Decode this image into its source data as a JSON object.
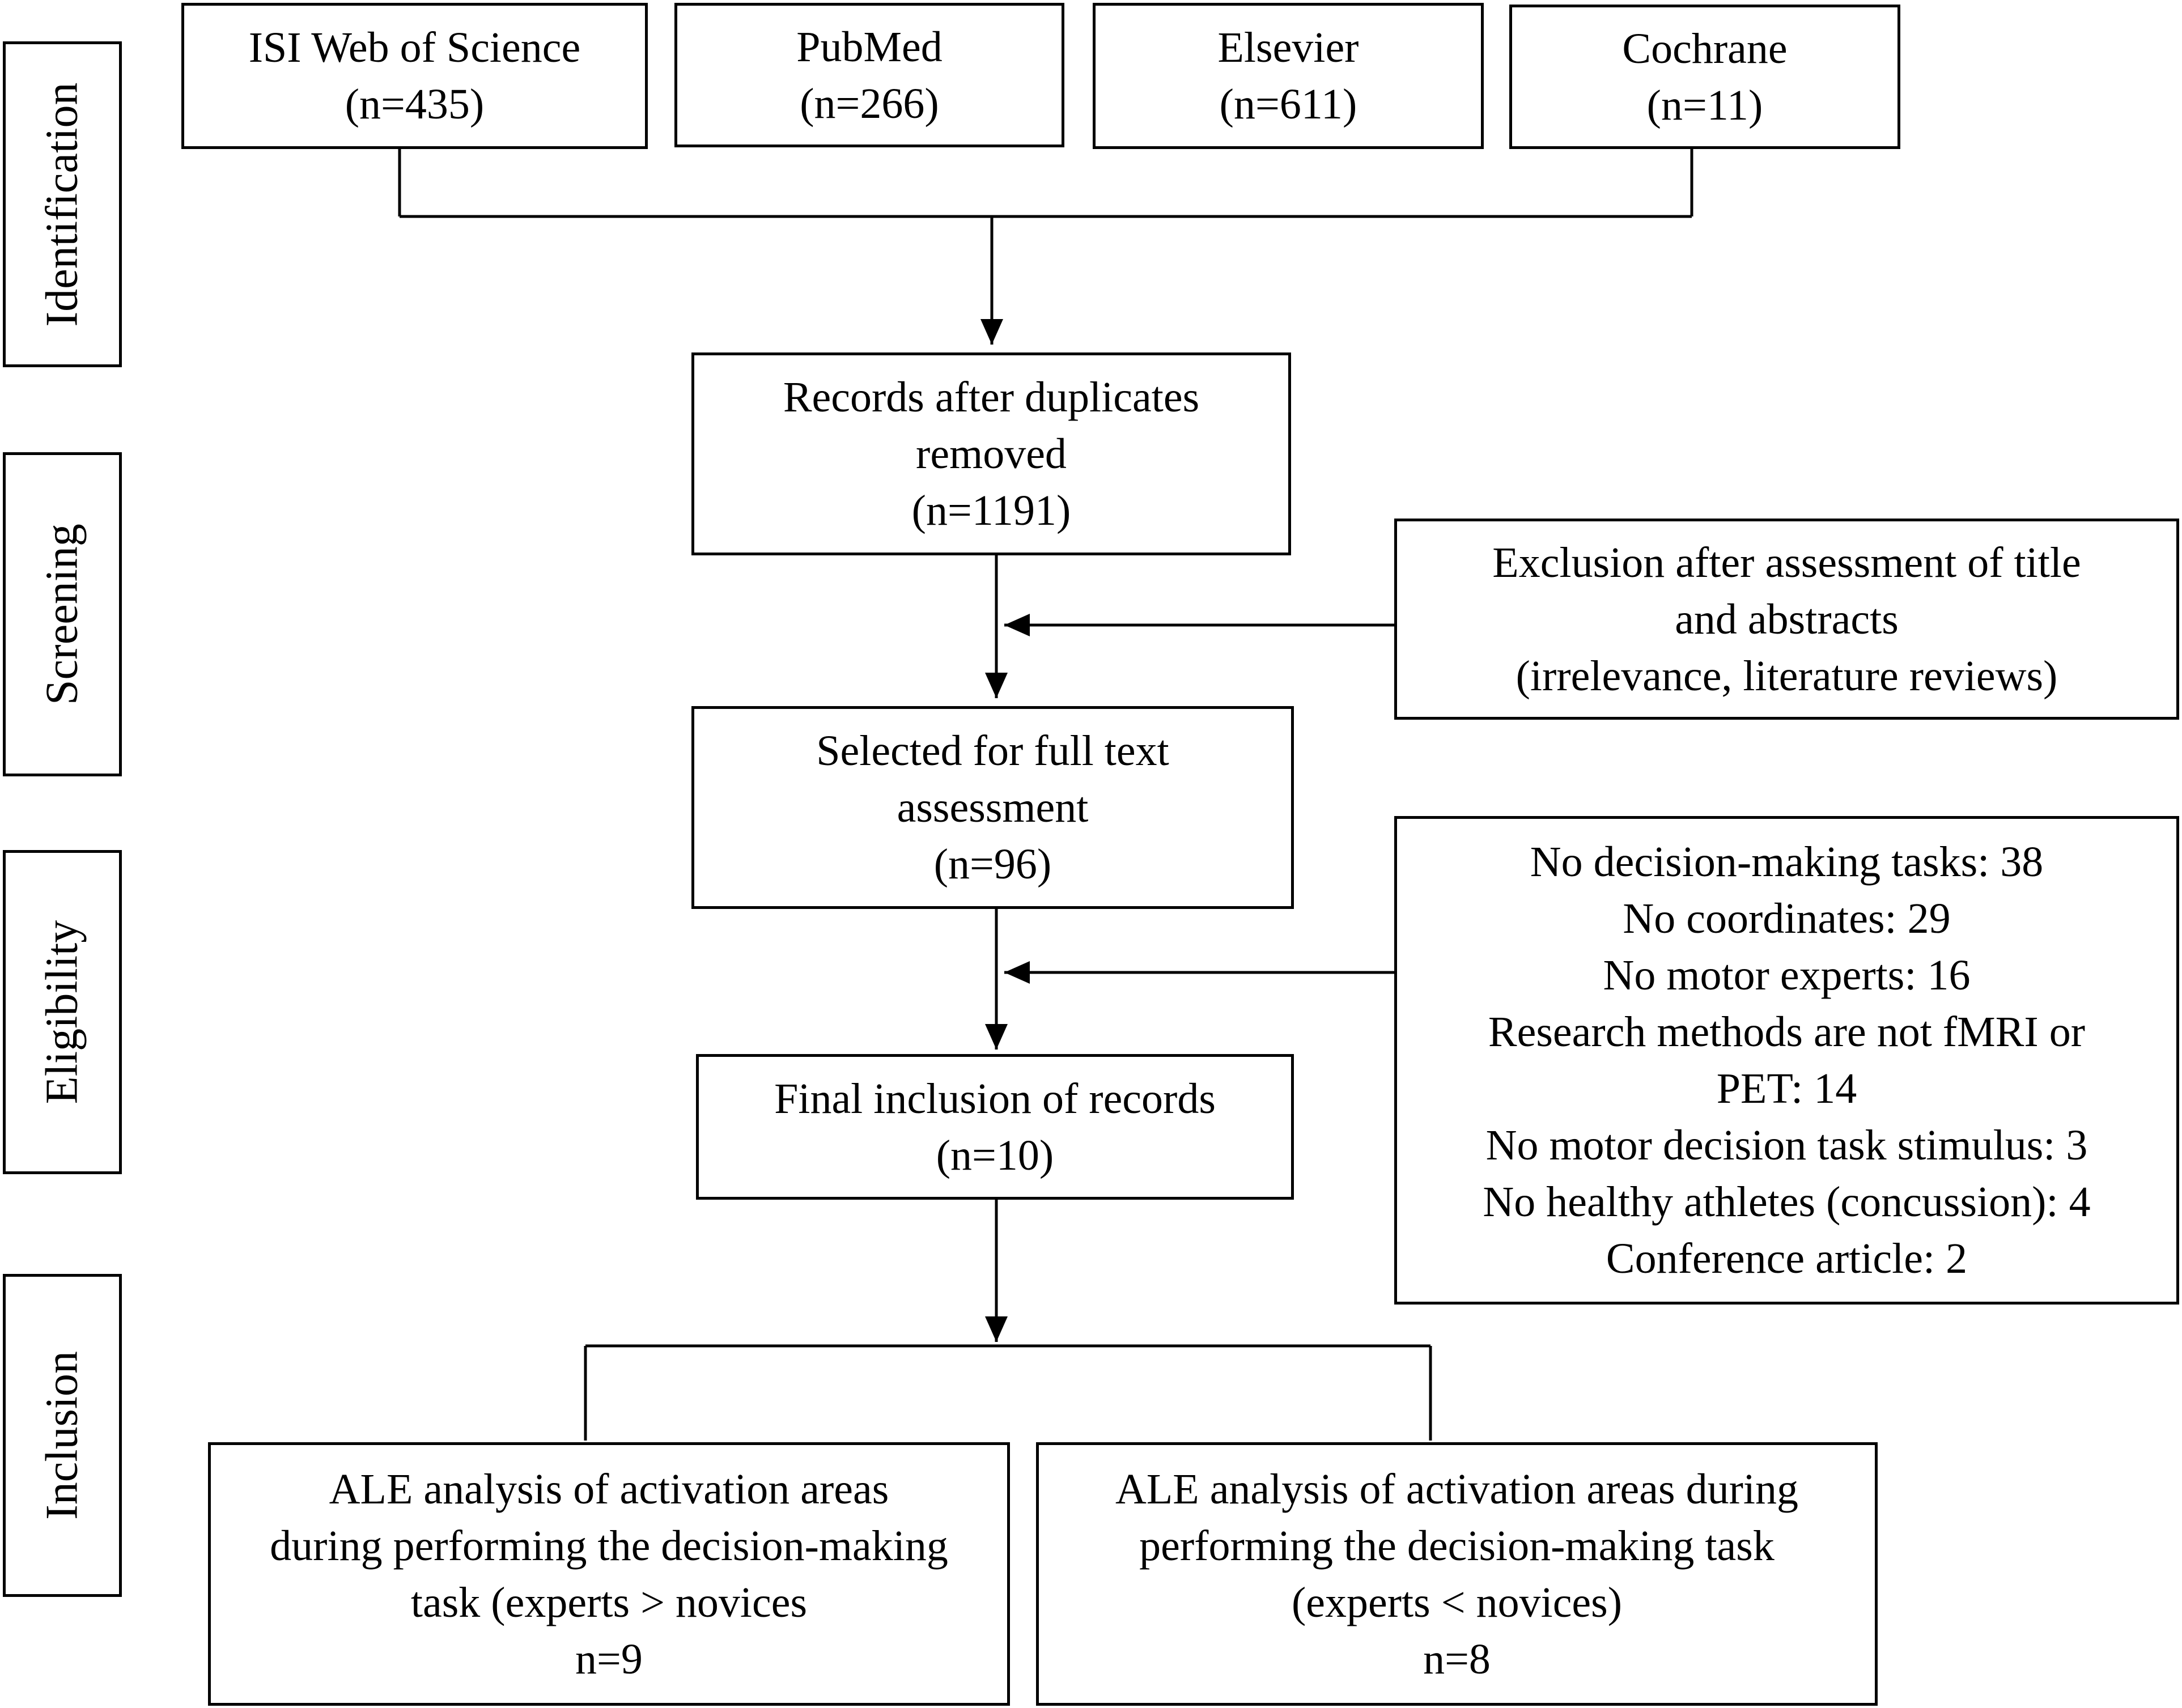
{
  "phases": {
    "identification": "Identification",
    "screening": "Screening",
    "eligibility": "Eligibility",
    "inclusion": "Inclusion"
  },
  "sources": {
    "isi": "ISI Web of Science\n(n=435)",
    "pubmed": "PubMed\n(n=266)",
    "elsevier": "Elsevier\n(n=611)",
    "cochrane": "Cochrane\n(n=11)"
  },
  "flow": {
    "duplicates_removed": "Records after duplicates\nremoved\n(n=1191)",
    "full_text": "Selected for full text\nassessment\n(n=96)",
    "final_inclusion": "Final inclusion of records\n(n=10)"
  },
  "exclusions": {
    "title_abstract": "Exclusion after assessment of title\nand abstracts\n(irrelevance, literature reviews)",
    "full_text_reasons": "No decision-making tasks: 38\nNo coordinates: 29\nNo motor experts: 16\nResearch methods are not fMRI or\nPET: 14\nNo motor decision task stimulus: 3\nNo healthy athletes (concussion): 4\nConference article: 2"
  },
  "analyses": {
    "experts_gt_novices": "ALE analysis of activation areas\nduring performing the decision-making\ntask (experts > novices\nn=9",
    "experts_lt_novices": "ALE analysis of activation areas during\nperforming the decision-making task\n(experts < novices)\nn=8"
  }
}
